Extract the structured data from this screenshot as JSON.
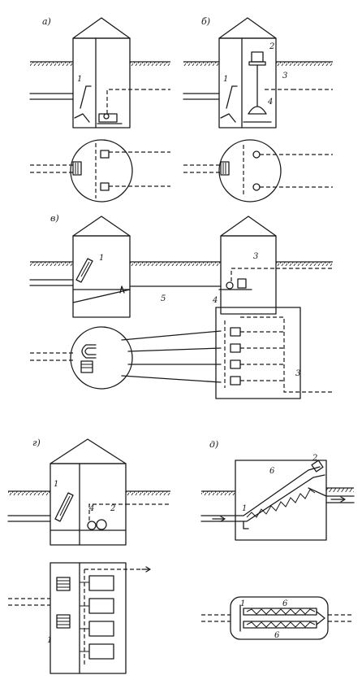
{
  "labels": {
    "a": "а)",
    "b": "б)",
    "v": "в)",
    "g": "г)",
    "d": "д)"
  },
  "callouts": {
    "one": "1",
    "two": "2",
    "three": "3",
    "four": "4",
    "five": "5",
    "six": "6"
  }
}
